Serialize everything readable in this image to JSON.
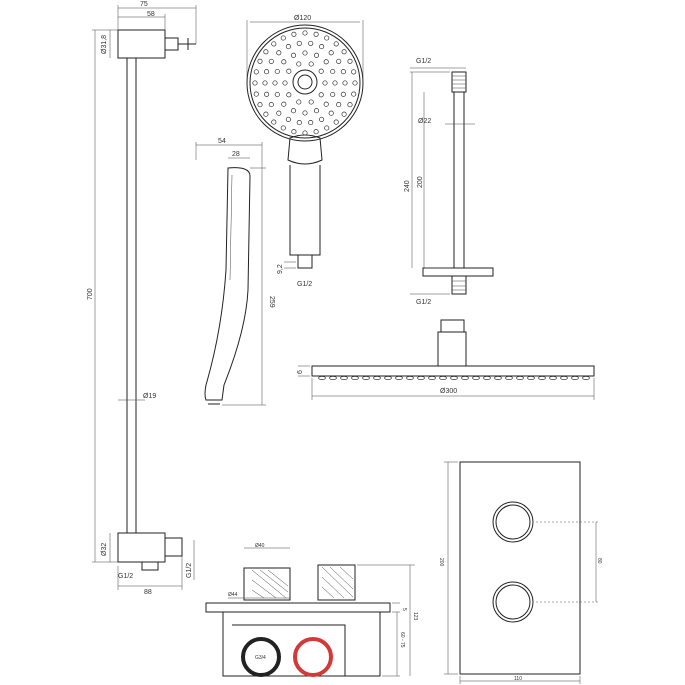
{
  "colors": {
    "line": "#222222",
    "red_port": "#d23a3a",
    "gray_port": "#888888"
  },
  "slide_rail": {
    "dims": {
      "top_width": "75",
      "arm": "58",
      "bracket_dia": "Ø31,8",
      "length": "700",
      "rail_dia": "Ø19",
      "bottom_dia": "Ø32",
      "outlet": "G1/2",
      "bottom_width": "88",
      "side_outlet": "G1/2"
    }
  },
  "hand_shower_side": {
    "dims": {
      "width": "54",
      "thickness": "28",
      "length": "259"
    }
  },
  "hand_shower_front": {
    "dims": {
      "head_dia": "Ø120",
      "thread_len": "9,2",
      "connection": "G1/2"
    }
  },
  "shower_arm": {
    "dims": {
      "top_thread": "G1/2",
      "pipe_dia": "Ø22",
      "length": "200",
      "overall": "240",
      "bottom_thread": "G1/2"
    }
  },
  "overhead_shower": {
    "dims": {
      "thickness": "6",
      "dia": "Ø300"
    }
  },
  "concealed_box": {
    "dims": {
      "knob_dia": "Ø40",
      "flange_dia": "Ø44",
      "depth_small": "5",
      "depth_range": "60 - 75",
      "total_depth": "123",
      "port": "G3/4"
    }
  },
  "cover_plate": {
    "dims": {
      "height": "200",
      "spacing": "80",
      "width": "110"
    }
  }
}
